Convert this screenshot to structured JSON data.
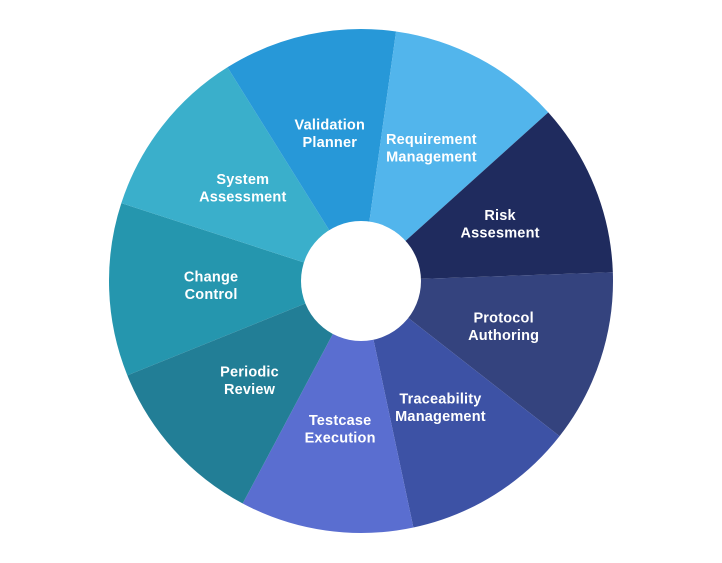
{
  "wheel": {
    "segments": [
      {
        "id": "change-control",
        "lines": [
          "Change",
          "Control"
        ],
        "color": "#2596AE"
      },
      {
        "id": "system-assessment",
        "lines": [
          "System",
          "Assessment"
        ],
        "color": "#3AAFCB"
      },
      {
        "id": "validation-planner",
        "lines": [
          "Validation",
          "Planner"
        ],
        "color": "#2798D8"
      },
      {
        "id": "requirement-management",
        "lines": [
          "Requirement",
          "Management"
        ],
        "color": "#52B5EC"
      },
      {
        "id": "risk-assesment",
        "lines": [
          "Risk",
          "Assesment"
        ],
        "color": "#1F2B5E"
      },
      {
        "id": "protocol-authoring",
        "lines": [
          "Protocol",
          "Authoring"
        ],
        "color": "#34437E"
      },
      {
        "id": "traceability-management",
        "lines": [
          "Traceability",
          "Management"
        ],
        "color": "#3D52A5"
      },
      {
        "id": "testcase-execution",
        "lines": [
          "Testcase",
          "Execution"
        ],
        "color": "#5A6ED0"
      },
      {
        "id": "periodic-review",
        "lines": [
          "Periodic",
          "Review"
        ],
        "color": "#227E96"
      }
    ],
    "center_color": "#FFFFFF"
  }
}
